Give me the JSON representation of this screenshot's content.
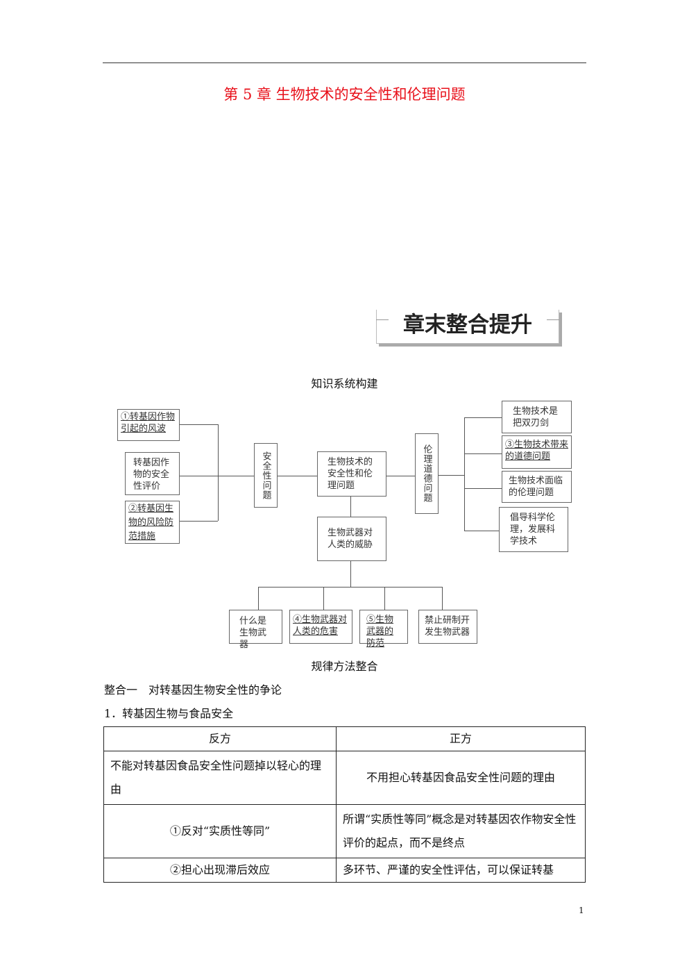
{
  "chapter_title": "第 5 章  生物技术的安全性和伦理问题",
  "banner": "章末整合提升",
  "section1": "知识系统构建",
  "diagram": {
    "center": "生物技术的安全性和伦理问题",
    "safety": "安全性问题",
    "ethics": "伦理道德问题",
    "weapons": "生物武器对人类的威胁",
    "left": [
      "①转基因作物引起的风波",
      "转基因作物的安全性评价",
      "②转基因生物的风险防范措施"
    ],
    "right": [
      "生物技术是把双刃剑",
      "③生物技术带来的道德问题",
      "生物技术面临的伦理问题",
      "倡导科学伦理，发展科学技术"
    ],
    "bottom": [
      "什么是生物武器",
      "④生物武器对人类的危害",
      "⑤生物武器的防范",
      "禁止研制开发生物武器"
    ]
  },
  "section2": "规律方法整合",
  "heading1": "整合一　对转基因生物安全性的争论",
  "heading2": "1．转基因生物与食品安全",
  "table": {
    "headers": [
      "反方",
      "正方"
    ],
    "rows": [
      [
        "不能对转基因食品安全性问题掉以轻心的理由",
        "不用担心转基因食品安全性问题的理由"
      ],
      [
        "①反对“实质性等同”",
        "所谓“实质性等同”概念是对转基因农作物安全性评价的起点，而不是终点"
      ],
      [
        "②担心出现滞后效应",
        "多环节、严谨的安全性评估，可以保证转基"
      ]
    ]
  },
  "page_number": "1"
}
